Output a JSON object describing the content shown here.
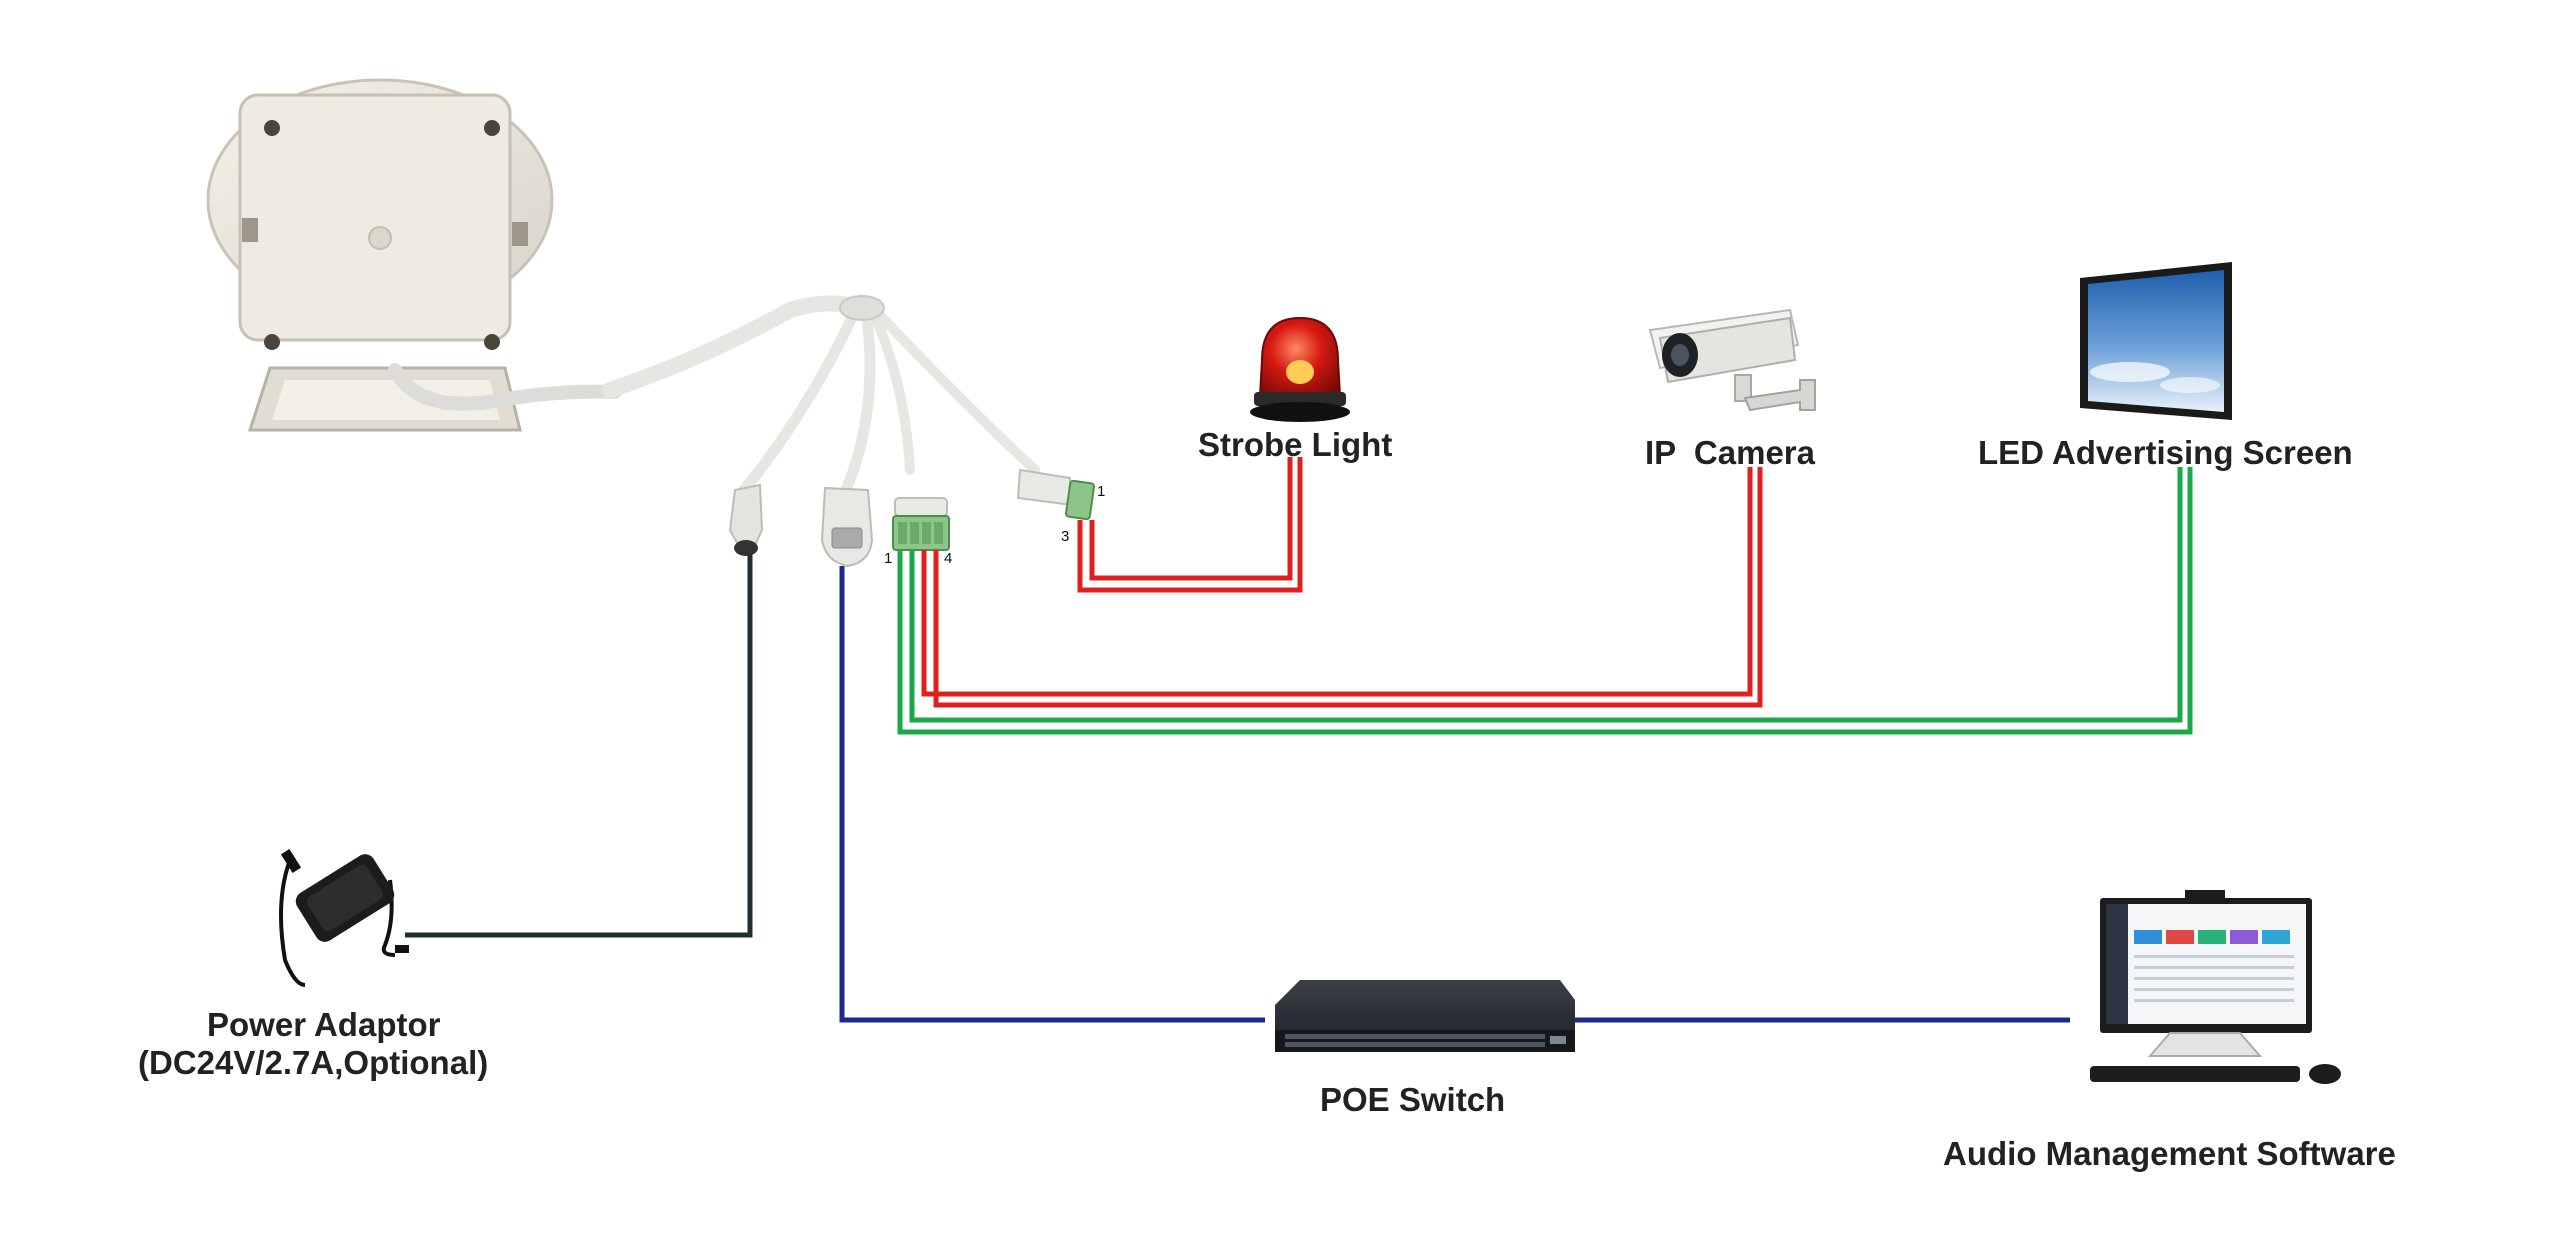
{
  "diagram": {
    "labels": {
      "strobe_light": "Strobe Light",
      "ip_camera": "IP  Camera",
      "led_screen": "LED Advertising Screen",
      "power_adaptor_line1": "Power Adaptor",
      "power_adaptor_line2": "(DC24V/2.7A,Optional)",
      "poe_switch": "POE Switch",
      "audio_software": "Audio Management Software"
    },
    "pin_labels": {
      "connector_a_pin1": "1",
      "connector_a_pin3": "3",
      "connector_b_pin1": "1",
      "connector_b_pin4": "4"
    },
    "colors": {
      "red_wire": "#e0201f",
      "green_wire": "#1aa84a",
      "blue_wire": "#1d2a8c",
      "dark_wire": "#1f3030",
      "cable": "#e6e6e3"
    },
    "devices": [
      "speaker-icon",
      "strobe-light-icon",
      "ip-camera-icon",
      "led-screen-icon",
      "power-adaptor-icon",
      "poe-switch-icon",
      "computer-icon"
    ]
  }
}
